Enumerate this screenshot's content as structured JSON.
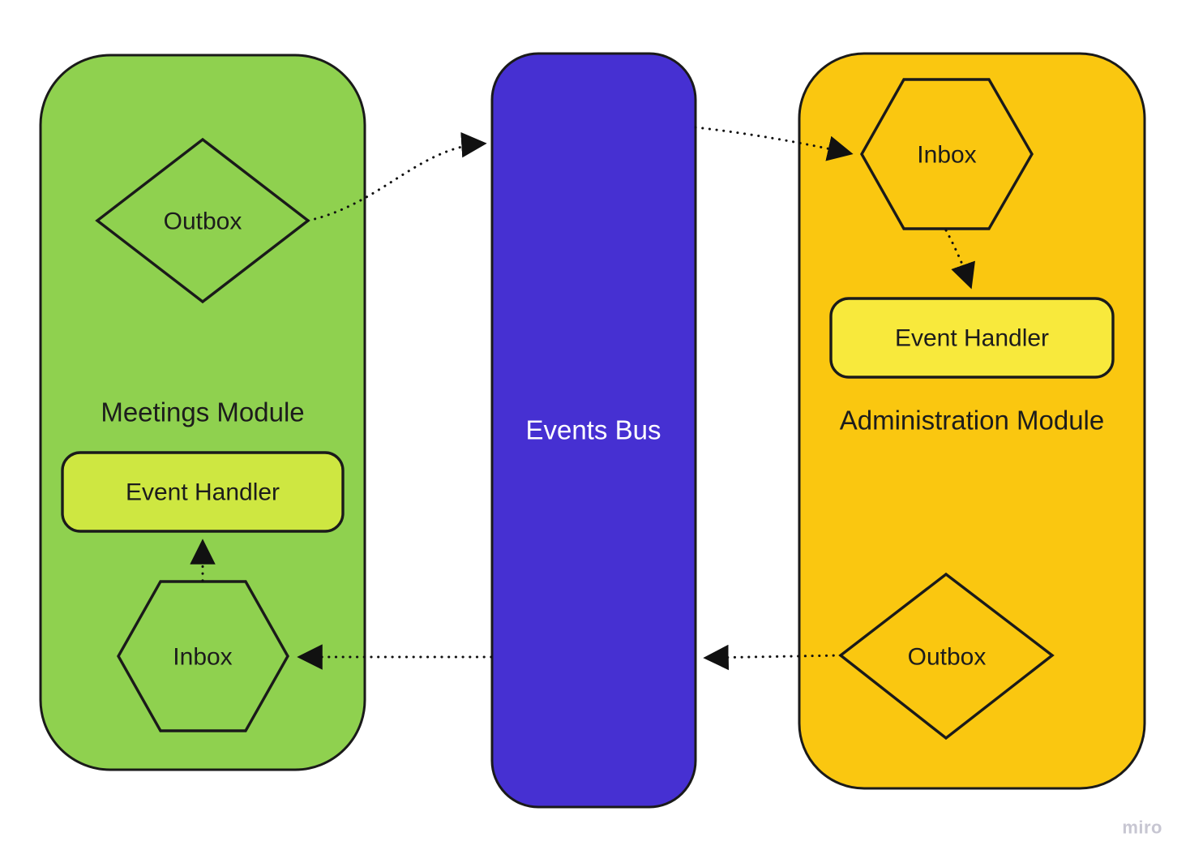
{
  "modules": {
    "meetings": {
      "title": "Meetings Module",
      "color": "#8FD14F",
      "outbox": {
        "label": "Outbox",
        "shape": "diamond"
      },
      "event_handler": {
        "label": "Event Handler",
        "shape": "rounded-rectangle",
        "color": "#CEE741"
      },
      "inbox": {
        "label": "Inbox",
        "shape": "hexagon"
      }
    },
    "events_bus": {
      "title": "Events Bus",
      "color": "#4630D2",
      "text_color": "#FFFFFF"
    },
    "administration": {
      "title": "Administration Module",
      "color": "#FAC710",
      "inbox": {
        "label": "Inbox",
        "shape": "hexagon"
      },
      "event_handler": {
        "label": "Event Handler",
        "shape": "rounded-rectangle",
        "color": "#F8E93C"
      },
      "outbox": {
        "label": "Outbox",
        "shape": "diamond"
      }
    }
  },
  "connections": [
    {
      "from": "meetings.outbox",
      "to": "events_bus",
      "style": "dotted-arrow"
    },
    {
      "from": "events_bus",
      "to": "administration.inbox",
      "style": "dotted-arrow"
    },
    {
      "from": "administration.inbox",
      "to": "administration.event_handler",
      "style": "dotted-arrow"
    },
    {
      "from": "administration.outbox",
      "to": "events_bus",
      "style": "dotted-arrow"
    },
    {
      "from": "events_bus",
      "to": "meetings.inbox",
      "style": "dotted-arrow"
    },
    {
      "from": "meetings.inbox",
      "to": "meetings.event_handler",
      "style": "dotted-arrow"
    }
  ],
  "stroke_color": "#1A1A1A",
  "watermark": "miro"
}
